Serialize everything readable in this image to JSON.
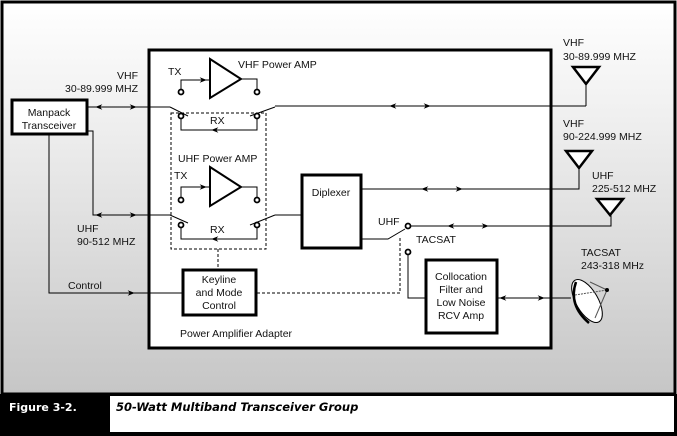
{
  "figure": {
    "number": "Figure 3-2.",
    "title": "50-Watt Multiband Transceiver Group"
  },
  "blocks": {
    "manpack": [
      "Manpack",
      "Transceiver"
    ],
    "diplexer": "Diplexer",
    "keyline": [
      "Keyline",
      "and Mode",
      "Control"
    ],
    "collocation": [
      "Collocation",
      "Filter and",
      "Low Noise",
      "RCV Amp"
    ],
    "adapter_label": "Power Amplifier Adapter"
  },
  "amps": {
    "vhf": "VHF Power AMP",
    "uhf": "UHF Power AMP",
    "tx": "TX",
    "rx": "RX"
  },
  "links": {
    "vhf_in": [
      "VHF",
      "30-89.999 MHZ"
    ],
    "uhf_in": [
      "UHF",
      "90-512 MHZ"
    ],
    "control": "Control",
    "switch_uhf": "UHF",
    "switch_tacsat": "TACSAT"
  },
  "antennas": [
    {
      "band": "VHF",
      "range": "30-89.999 MHZ"
    },
    {
      "band": "VHF",
      "range": "90-224.999 MHZ"
    },
    {
      "band": "UHF",
      "range": "225-512 MHZ"
    },
    {
      "band": "TACSAT",
      "range": "243-318 MHz"
    }
  ],
  "colors": {
    "ink": "#000000",
    "bg_top": "#ffffff",
    "bg_bottom": "#c8c8c8",
    "caption_bg": "#000000",
    "caption_text": "#ffffff"
  }
}
